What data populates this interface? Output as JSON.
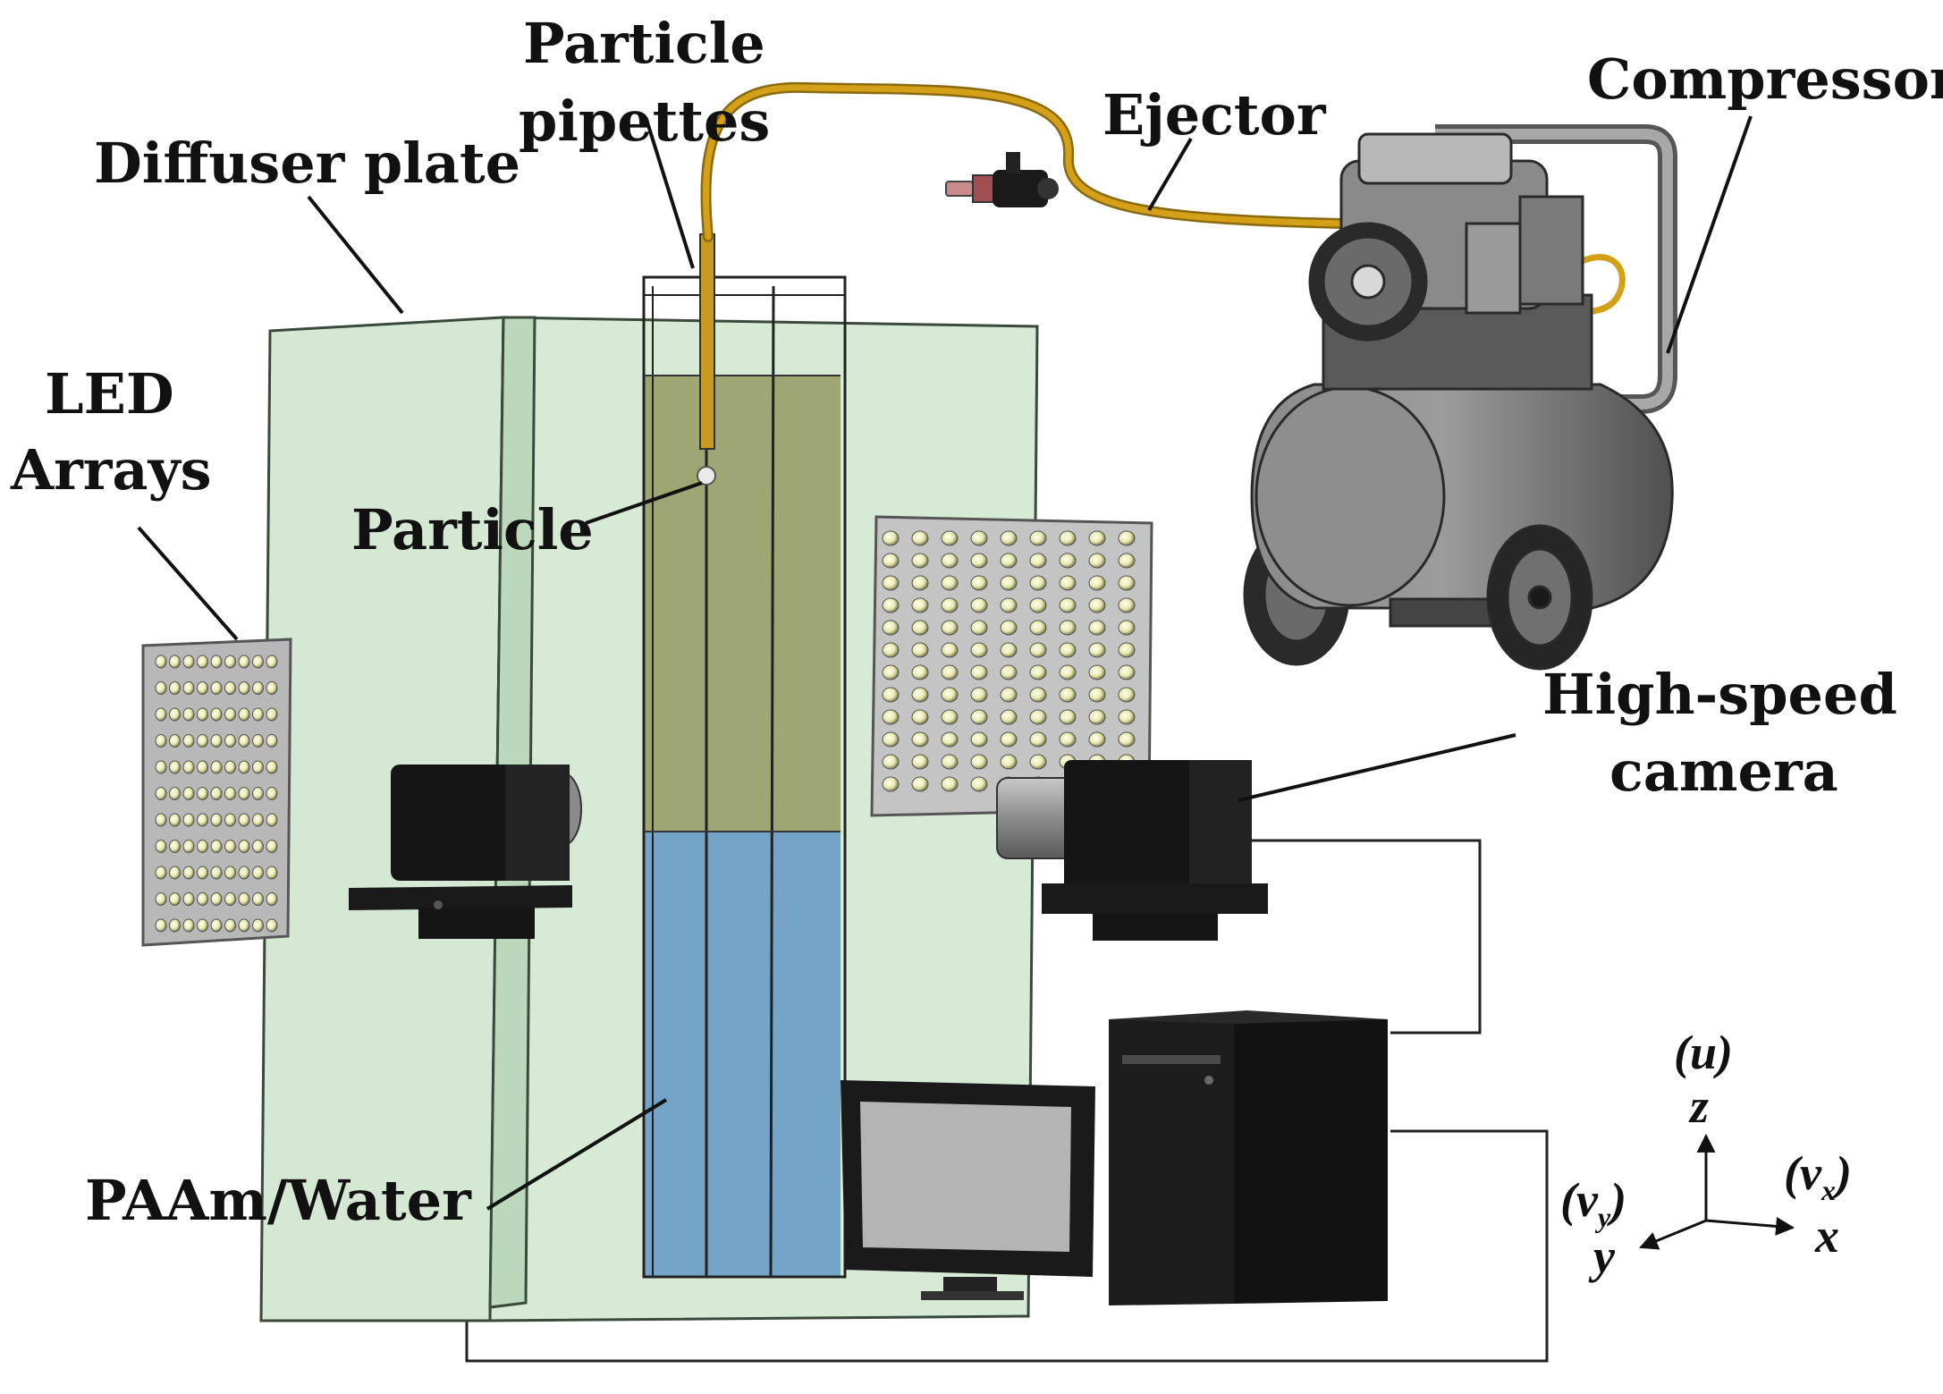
{
  "labels": {
    "particle_pipettes_line1": "Particle",
    "particle_pipettes_line2": "pipettes",
    "diffuser_plate": "Diffuser plate",
    "ejector": "Ejector",
    "compressor": "Compressor",
    "led_arrays_line1": "LED",
    "led_arrays_line2": "Arrays",
    "particle": "Particle",
    "high_speed_camera_line1": "High-speed",
    "high_speed_camera_line2": "camera",
    "paam_water": "PAAm/Water"
  },
  "axes": {
    "u": "(u)",
    "z": "z",
    "vy_open": "(v",
    "vy_sub": "y",
    "vy_close": ")",
    "y": "y",
    "vx_open": "(v",
    "vx_sub": "x",
    "vx_close": ")",
    "x": "x"
  },
  "colors": {
    "diffuser": "#d4e8d4",
    "diffuser_edge": "#3a4a3a",
    "fluid_top": "#9ea673",
    "fluid_bottom": "#74a4c8",
    "tube_yellow": "#d4a017",
    "camera_black": "#151515",
    "compressor_grey": "#6e6e6e",
    "led_panel": "#b8b8b8"
  }
}
